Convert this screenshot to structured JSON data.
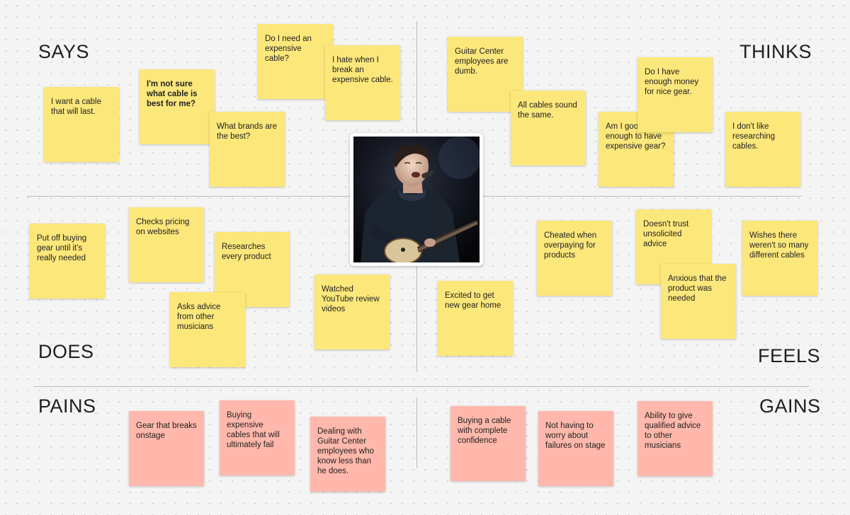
{
  "quadrants": {
    "says": "SAYS",
    "thinks": "THINKS",
    "does": "DOES",
    "feels": "FEELS",
    "pains": "PAINS",
    "gains": "GAINS"
  },
  "photo": {
    "icon": "musician-photo",
    "description_icon": "guitarist-singing-icon"
  },
  "colors": {
    "yellow": "#fce77b",
    "pink": "#ffb8ab",
    "lines": "#b9b9b9"
  },
  "notes": {
    "says": [
      "I want a cable that will last.",
      "I'm not sure what cable is best for me?",
      "What brands are the best?",
      "Do I need an expensive cable?",
      "I hate when I break an expensive cable."
    ],
    "thinks": [
      "Guitar Center employees are dumb.",
      "All cables sound the same.",
      "Am I good enough to have expensive gear?",
      "Do I have enough money for nice gear.",
      "I don't like researching cables."
    ],
    "does": [
      "Put off buying gear until it's really needed",
      "Checks pricing on websites",
      "Researches every product",
      "Asks advice from other musicians",
      "Watched YouTube review videos"
    ],
    "feels": [
      "Excited to get new gear home",
      "Cheated when overpaying for products",
      "Doesn't trust unsolicited advice",
      "Anxious that the product was needed",
      "Wishes there weren't so many different cables"
    ],
    "pains": [
      "Gear that breaks onstage",
      "Buying expensive cables that will ultimately fail",
      "Dealing with Guitar Center employees who know less than he does."
    ],
    "gains": [
      "Buying a cable with complete confidence",
      "Not having to worry about failures on stage",
      "Ability to give qualified advice to other musicians"
    ]
  }
}
